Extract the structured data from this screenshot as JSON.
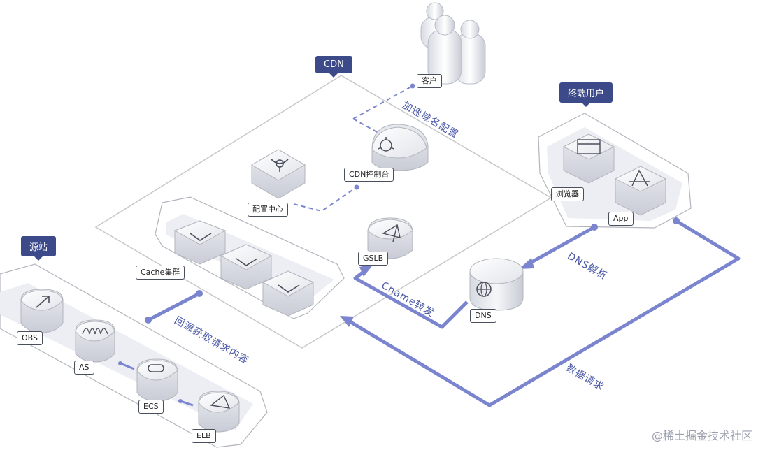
{
  "groups": {
    "cdn": "CDN",
    "end_user": "终端用户",
    "origin": "源站"
  },
  "nodes": {
    "customer": "客户",
    "cdn_console": "CDN控制台",
    "config_center": "配置中心",
    "cache_cluster": "Cache集群",
    "gslb": "GSLB",
    "dns": "DNS",
    "browser": "浏览器",
    "app": "App",
    "obs": "OBS",
    "as": "AS",
    "ecs": "ECS",
    "elb": "ELB"
  },
  "flows": {
    "domain_config": "加速域名配置",
    "dns_resolve": "DNS解析",
    "cname_forward": "Cname转发",
    "data_request": "数据请求",
    "back_to_origin": "回源获取请求内容"
  },
  "watermark": "@稀土掘金技术社区",
  "colors": {
    "accent": "#3d4a8a",
    "flow": "#7b85cf",
    "frame": "#c8c8cc",
    "device": "#e4e6ec"
  }
}
